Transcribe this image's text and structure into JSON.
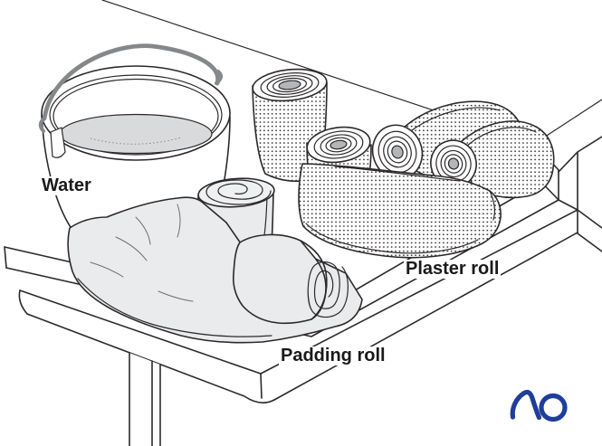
{
  "labels": {
    "water": "Water",
    "plaster_roll": "Plaster roll",
    "padding_roll": "Padding roll"
  },
  "logo": {
    "text": "AO",
    "color": "#1f3e99"
  },
  "colors": {
    "outline": "#2d292b",
    "water": "#d8dadc",
    "fabric": "#e9ebec",
    "fabric_light": "#eef0f1",
    "roll_core": "#b3b6b9",
    "handle": "#85888b",
    "label_text": "#1a1a1a",
    "background": "#ffffff"
  }
}
